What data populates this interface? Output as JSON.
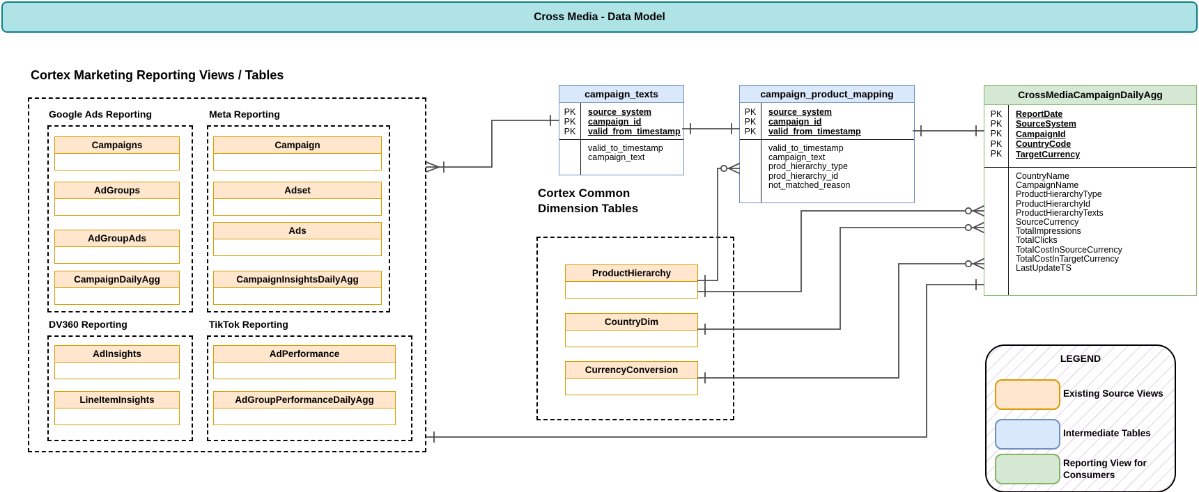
{
  "banner": {
    "title": "Cross Media - Data Model"
  },
  "labels": {
    "pk": "PK"
  },
  "sections": {
    "marketing": {
      "title": "Cortex Marketing Reporting Views / Tables",
      "groups": [
        {
          "label": "Google Ads Reporting",
          "entities": [
            "Campaigns",
            "AdGroups",
            "AdGroupAds",
            "CampaignDailyAgg"
          ]
        },
        {
          "label": "Meta Reporting",
          "entities": [
            "Campaign",
            "Adset",
            "Ads",
            "CampaignInsightsDailyAgg"
          ]
        },
        {
          "label": "DV360 Reporting",
          "entities": [
            "AdInsights",
            "LineItemInsights"
          ]
        },
        {
          "label": "TikTok Reporting",
          "entities": [
            "AdPerformance",
            "AdGroupPerformanceDailyAgg"
          ]
        }
      ]
    },
    "dimensions": {
      "title_line1": "Cortex Common",
      "title_line2": "Dimension Tables",
      "entities": [
        "ProductHierarchy",
        "CountryDim",
        "CurrencyConversion"
      ]
    }
  },
  "tables": {
    "campaign_texts": {
      "name": "campaign_texts",
      "pk_fields": [
        "source_system",
        "campaign_id",
        "valid_from_timestamp"
      ],
      "fields": [
        "valid_to_timestamp",
        "campaign_text"
      ]
    },
    "campaign_product_mapping": {
      "name": "campaign_product_mapping",
      "pk_fields": [
        "source_system",
        "campaign_id",
        "valid_from_timestamp"
      ],
      "fields": [
        "valid_to_timestamp",
        "campaign_text",
        "prod_hierarchy_type",
        "prod_hierarchy_id",
        "not_matched_reason"
      ]
    },
    "cross_media": {
      "name": "CrossMediaCampaignDailyAgg",
      "pk_fields": [
        "ReportDate",
        "SourceSystem",
        "CampaignId",
        "CountryCode",
        "TargetCurrency"
      ],
      "fields": [
        "CountryName",
        "CampaignName",
        "ProductHierarchyType",
        "ProductHierarchyId",
        "ProductHierarchyTexts",
        "SourceCurrency",
        "TotalImpressions",
        "TotalClicks",
        "TotalCostInSourceCurrency",
        "TotalCostInTargetCurrency",
        "LastUpdateTS"
      ]
    }
  },
  "legend": {
    "title": "LEGEND",
    "items": [
      {
        "label": "Existing Source Views",
        "fill": "#ffe6cc",
        "border": "#d79b00"
      },
      {
        "label": "Intermediate Tables",
        "fill": "#dae8fc",
        "border": "#6c8ebf"
      },
      {
        "label": "Reporting View for Consumers",
        "fill": "#d5e8d4",
        "border": "#82b366"
      }
    ]
  },
  "colors": {
    "banner_fill": "#b0e3e6",
    "banner_border": "#0e8088",
    "source_view_fill": "#ffe6cc",
    "source_view_border": "#d79b00",
    "intermediate_fill": "#dae8fc",
    "intermediate_border": "#6c8ebf",
    "reporting_fill": "#d5e8d4",
    "reporting_border": "#82b366",
    "connector": "#4d4d4d"
  }
}
